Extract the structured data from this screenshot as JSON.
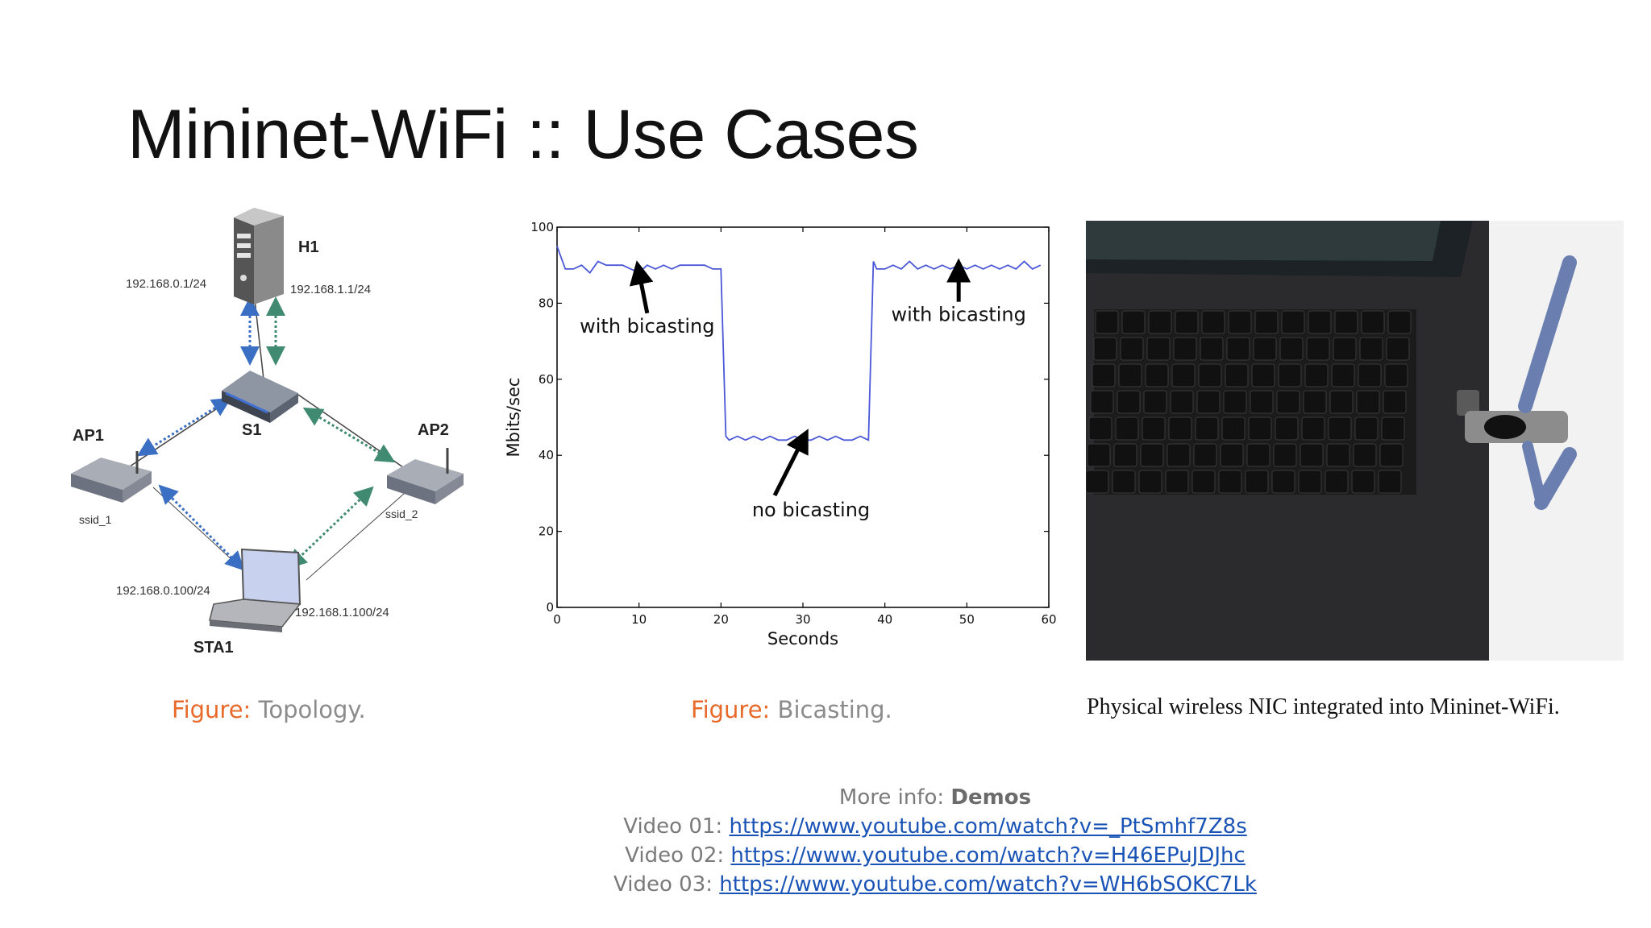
{
  "slide": {
    "title": "Mininet-WiFi :: Use Cases"
  },
  "topology": {
    "nodes": {
      "h1": "H1",
      "s1": "S1",
      "ap1": "AP1",
      "ap2": "AP2",
      "sta1": "STA1",
      "ssid1": "ssid_1",
      "ssid2": "ssid_2"
    },
    "addresses": {
      "h1_left": "192.168.0.1/24",
      "h1_right": "192.168.1.1/24",
      "sta1_left": "192.168.0.100/24",
      "sta1_right": "192.168.1.100/24"
    },
    "caption_label": "Figure:",
    "caption_text": "Topology."
  },
  "chart_data": {
    "type": "line",
    "xlabel": "Seconds",
    "ylabel": "Mbits/sec",
    "xlim": [
      0,
      60
    ],
    "ylim": [
      0,
      100
    ],
    "xticks": [
      "0",
      "10",
      "20",
      "30",
      "40",
      "50",
      "60"
    ],
    "yticks": [
      "0",
      "20",
      "40",
      "60",
      "80",
      "100"
    ],
    "series": [
      {
        "color": "#4a57d6",
        "x": [
          0,
          1,
          2,
          3,
          4,
          5,
          6,
          7,
          8,
          9,
          10,
          11,
          12,
          13,
          14,
          15,
          16,
          17,
          18,
          19,
          20,
          20.6,
          21,
          22,
          23,
          24,
          25,
          26,
          27,
          28,
          29,
          30,
          31,
          32,
          33,
          34,
          35,
          36,
          37,
          38,
          38.6,
          39,
          40,
          41,
          42,
          43,
          44,
          45,
          46,
          47,
          48,
          49,
          50,
          51,
          52,
          53,
          54,
          55,
          56,
          57,
          58,
          59
        ],
        "y": [
          95,
          89,
          89,
          90,
          88,
          91,
          90,
          90,
          90,
          89,
          88,
          90,
          89,
          90,
          89,
          90,
          90,
          90,
          90,
          89,
          89,
          45,
          44,
          45,
          44,
          45,
          44,
          45,
          44,
          44,
          45,
          44,
          44,
          45,
          44,
          45,
          44,
          44,
          45,
          44,
          91,
          89,
          89,
          90,
          89,
          91,
          89,
          90,
          89,
          90,
          89,
          90,
          89,
          90,
          89,
          90,
          89,
          90,
          89,
          91,
          89,
          90
        ]
      }
    ],
    "annotations": [
      {
        "text": "with bicasting",
        "x": 11,
        "y": 85
      },
      {
        "text": "no bicasting",
        "x": 30,
        "y": 43
      },
      {
        "text": "with bicasting",
        "x": 49,
        "y": 88
      }
    ],
    "caption_label": "Figure:",
    "caption_text": "Bicasting."
  },
  "photo": {
    "caption": "Physical wireless NIC integrated into Mininet-WiFi."
  },
  "links": {
    "more_prefix": "More info:",
    "more_bold": "Demos",
    "videos": [
      {
        "label": "Video 01:",
        "url": "https://www.youtube.com/watch?v=_PtSmhf7Z8s"
      },
      {
        "label": "Video 02:",
        "url": "https://www.youtube.com/watch?v=H46EPuJDJhc"
      },
      {
        "label": "Video 03:",
        "url": "https://www.youtube.com/watch?v=WH6bSOKC7Lk"
      }
    ]
  }
}
